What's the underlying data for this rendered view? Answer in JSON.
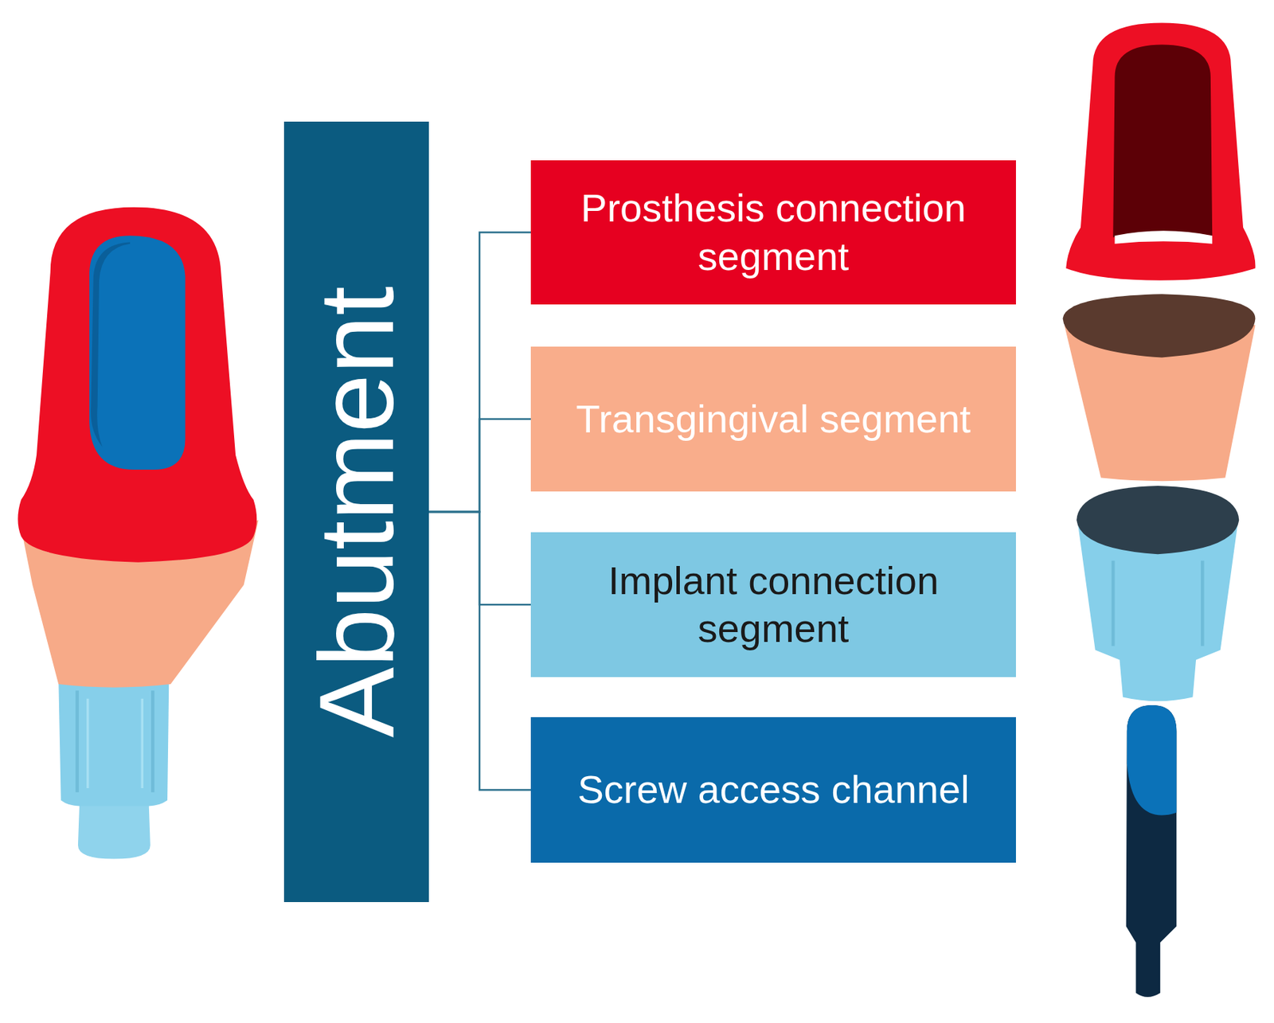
{
  "diagram": {
    "nodes": [
      {
        "text": [
          "Abutment"
        ]
      },
      {
        "text": [
          "Prosthesis connection segment"
        ]
      },
      {
        "text": [
          "Transgingival segment"
        ]
      },
      {
        "text": [
          "Implant connection segment"
        ]
      },
      {
        "text": [
          "Screw access channel"
        ]
      }
    ],
    "edges": [
      {
        "from": 0,
        "to": 1,
        "arrow": "none"
      },
      {
        "from": 0,
        "to": 2,
        "arrow": "none"
      },
      {
        "from": 0,
        "to": 3,
        "arrow": "none"
      },
      {
        "from": 0,
        "to": 4,
        "arrow": "none"
      }
    ]
  }
}
